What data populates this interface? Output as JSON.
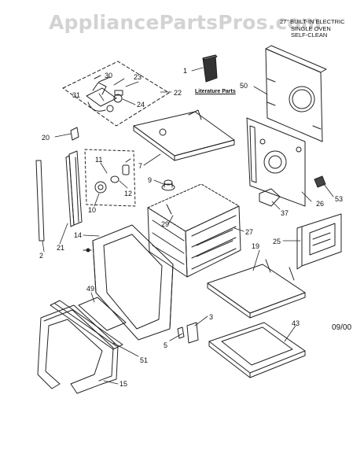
{
  "watermark": "AppliancePartsPros.com",
  "title_lines": [
    "27\" BUILT-IN ELECTRIC",
    "SINGLE OVEN",
    "SELF-CLEAN"
  ],
  "literature_label": "Literature Parts",
  "date_code": "09/00",
  "callouts": {
    "c1": "1",
    "c2": "2",
    "c3": "3",
    "c5": "5",
    "c7": "7",
    "c9": "9",
    "c10": "10",
    "c11": "11",
    "c12": "12",
    "c14": "14",
    "c15": "15",
    "c19": "19",
    "c20": "20",
    "c21": "21",
    "c22": "22",
    "c23": "23",
    "c24": "24",
    "c25": "25",
    "c26": "26",
    "c27": "27",
    "c29": "29",
    "c30": "30",
    "c31": "31",
    "c37": "37",
    "c43": "43",
    "c49": "49",
    "c50": "50",
    "c51": "51",
    "c53": "53"
  }
}
